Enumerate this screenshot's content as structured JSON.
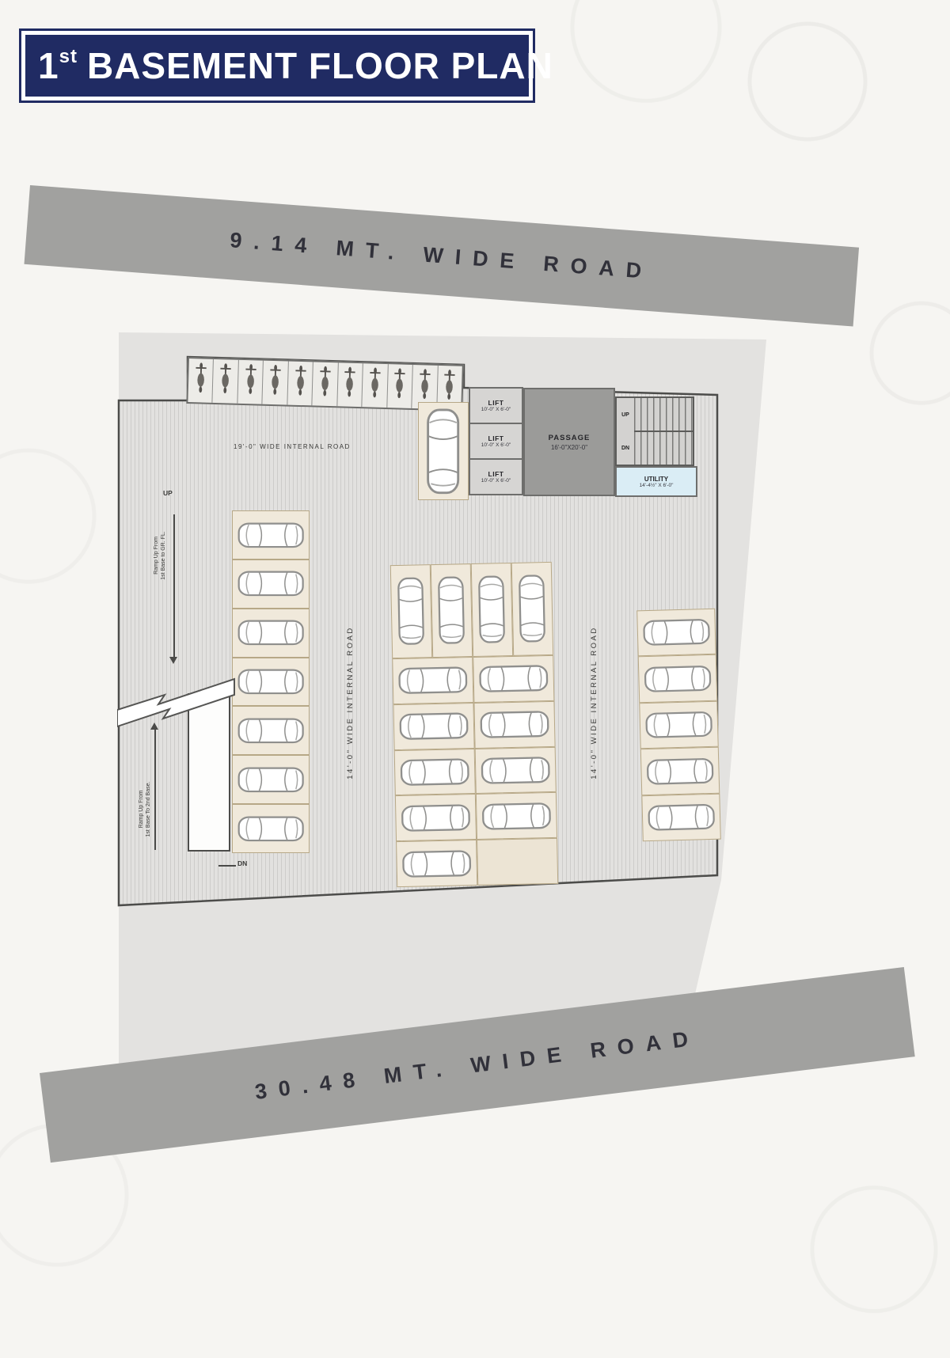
{
  "title": {
    "prefix": "1",
    "sup": "st",
    "rest": "BASEMENT FLOOR PLAN"
  },
  "roads": {
    "top": "9.14 MT. WIDE ROAD",
    "bottom": "30.48 MT. WIDE ROAD"
  },
  "internal_roads": {
    "top": "19'-0\" WIDE INTERNAL ROAD",
    "left": "14'-0\" WIDE INTERNAL ROAD",
    "right": "14'-0\" WIDE INTERNAL ROAD"
  },
  "ramps": {
    "up_label": "UP",
    "dn_label": "DN",
    "to_ground": {
      "line1": "Ramp Up From",
      "line2": "1st Base to GR. FL."
    },
    "to_second": {
      "line1": "Ramp Up From",
      "line2": "1st Base To 2nd Base."
    }
  },
  "stairs": {
    "up": "UP",
    "dn": "DN"
  },
  "rooms": {
    "lifts": [
      {
        "name": "LIFT",
        "size": "10'-0\" X 6'-0\""
      },
      {
        "name": "LIFT",
        "size": "10'-0\" X 6'-0\""
      },
      {
        "name": "LIFT",
        "size": "10'-0\" X 6'-0\""
      }
    ],
    "passage": {
      "name": "PASSAGE",
      "size": "16'-0\"X20'-0\""
    },
    "utility": {
      "name": "UTILITY",
      "size": "14'-4½\" X 6'-0\""
    }
  },
  "parking": {
    "bike_row": {
      "count": 11
    },
    "lift_front_stall": {
      "count": 1,
      "orientation": "v"
    },
    "left_column": {
      "count": 7,
      "orientation": "h"
    },
    "middle_top_row": {
      "count": 4,
      "orientation": "v"
    },
    "middle_left_column": {
      "count": 5,
      "orientation": "h"
    },
    "middle_right_column": {
      "count": 4,
      "orientation": "h",
      "empty_tail": 1
    },
    "right_column": {
      "count": 5,
      "orientation": "h"
    }
  },
  "colors": {
    "accent_navy": "#202b63",
    "road_gray": "#a1a19f",
    "site_gray": "#e3e2e0",
    "stall_beige": "#f0e9db",
    "utility_blue": "#daedf5",
    "passage_gray": "#9b9b99"
  }
}
